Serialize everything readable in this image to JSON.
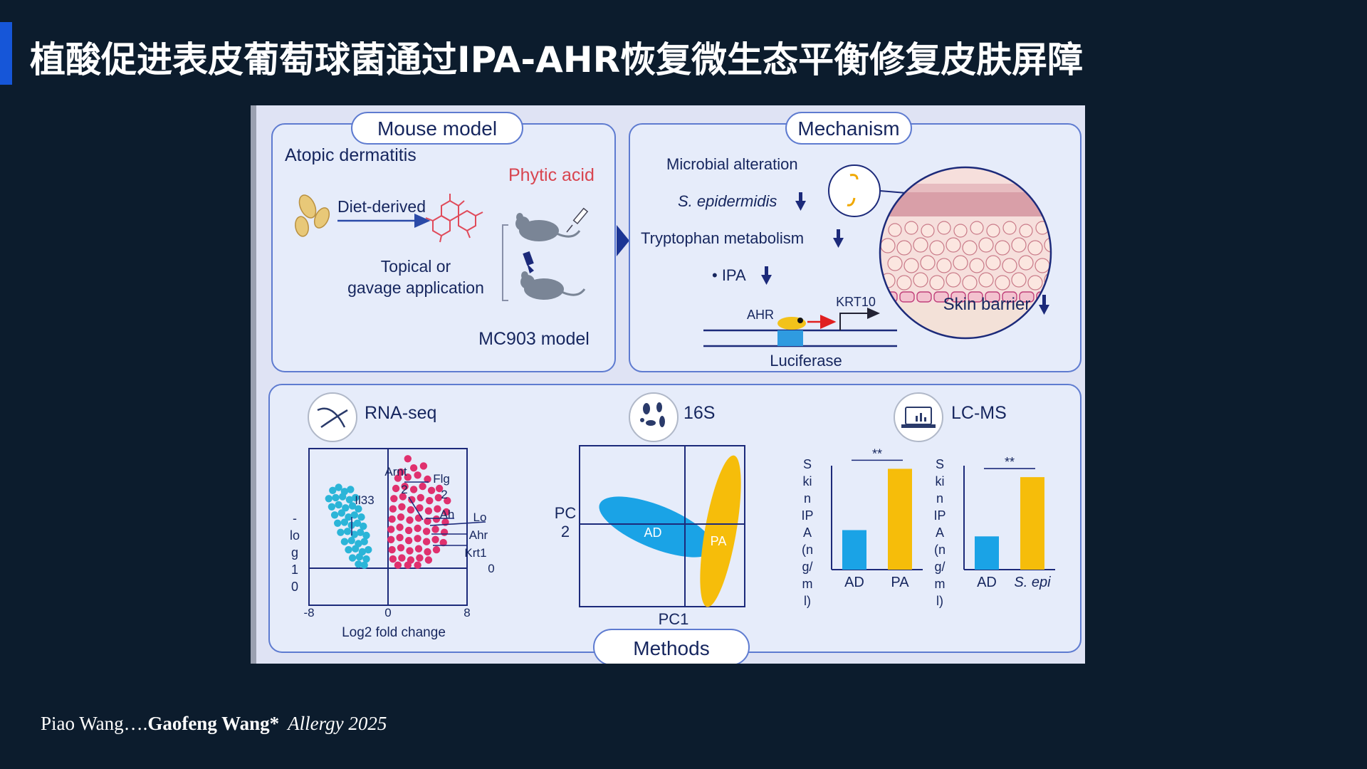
{
  "slide": {
    "title": "植酸促进表皮葡萄球菌通过IPA-AHR恢复微生态平衡修复皮肤屏障"
  },
  "citation": {
    "authors_lead": "Piao Wang….",
    "authors_corresponding": "Gaofeng Wang*",
    "journal": "Allergy 2025"
  },
  "figure": {
    "mouse_model": {
      "header": "Mouse model",
      "disease": "Atopic dermatitis",
      "compound": "Phytic acid",
      "diet_label": "Diet-derived",
      "application_line1": "Topical or",
      "application_line2": "gavage application",
      "model_label": "MC903 model"
    },
    "mechanism": {
      "header": "Mechanism",
      "microbial": "Microbial alteration",
      "species": "S. epidermidis",
      "tryptophan": "Tryptophan metabolism",
      "ipa": "• IPA",
      "ahr": "AHR",
      "krt10": "KRT10",
      "luciferase": "Luciferase",
      "skin_barrier": "Skin barrier"
    },
    "methods": {
      "header": "Methods",
      "rnaseq_label": "RNA-seq",
      "s16_label": "16S",
      "lcms_label": "LC-MS"
    }
  },
  "chart_data": [
    {
      "type": "scatter",
      "name": "volcano",
      "xlabel": "Log2 fold change",
      "ylabel_chars": [
        "-",
        "lo",
        "g",
        "1",
        "0"
      ],
      "x_ticks": [
        "-8",
        "0",
        "8"
      ],
      "gene_labels": [
        "Il33",
        "Arnt",
        "2",
        "Flg",
        "2",
        "Ah",
        "Lo",
        "Ahr",
        "Krt1",
        "0"
      ],
      "series": [
        {
          "color": "#2bb5d8",
          "points": [
            [
              -5.6,
              7.6
            ],
            [
              -5.0,
              7.9
            ],
            [
              -4.4,
              7.5
            ],
            [
              -3.8,
              7.7
            ],
            [
              -6.0,
              6.8
            ],
            [
              -5.3,
              6.9
            ],
            [
              -4.6,
              7.0
            ],
            [
              -3.9,
              6.7
            ],
            [
              -3.3,
              6.9
            ],
            [
              -5.7,
              6.0
            ],
            [
              -5.0,
              6.2
            ],
            [
              -4.3,
              5.9
            ],
            [
              -3.6,
              6.1
            ],
            [
              -3.0,
              5.8
            ],
            [
              -5.4,
              5.2
            ],
            [
              -4.7,
              5.4
            ],
            [
              -4.0,
              5.0
            ],
            [
              -3.4,
              5.2
            ],
            [
              -2.7,
              5.0
            ],
            [
              -5.1,
              4.4
            ],
            [
              -4.4,
              4.5
            ],
            [
              -3.7,
              4.2
            ],
            [
              -3.1,
              4.4
            ],
            [
              -2.5,
              4.1
            ],
            [
              -4.8,
              3.5
            ],
            [
              -4.1,
              3.6
            ],
            [
              -3.4,
              3.3
            ],
            [
              -2.8,
              3.5
            ],
            [
              -2.2,
              3.2
            ],
            [
              -4.4,
              2.6
            ],
            [
              -3.7,
              2.7
            ],
            [
              -3.0,
              2.4
            ],
            [
              -2.4,
              2.6
            ],
            [
              -4.0,
              1.8
            ],
            [
              -3.3,
              1.9
            ],
            [
              -2.6,
              1.6
            ],
            [
              -2.0,
              1.8
            ],
            [
              -3.6,
              1.0
            ],
            [
              -2.9,
              1.1
            ],
            [
              -2.2,
              0.9
            ],
            [
              -3.0,
              0.4
            ],
            [
              -2.4,
              0.3
            ]
          ]
        },
        {
          "color": "#e0306e",
          "points": [
            [
              2.0,
              10.7
            ],
            [
              1.3,
              9.4
            ],
            [
              2.6,
              9.8
            ],
            [
              3.6,
              10.0
            ],
            [
              1.0,
              8.8
            ],
            [
              2.0,
              8.9
            ],
            [
              3.0,
              9.1
            ],
            [
              4.0,
              8.7
            ],
            [
              0.8,
              7.8
            ],
            [
              1.7,
              8.0
            ],
            [
              2.6,
              7.7
            ],
            [
              3.5,
              8.0
            ],
            [
              4.4,
              7.6
            ],
            [
              5.2,
              7.8
            ],
            [
              0.6,
              6.8
            ],
            [
              1.5,
              7.0
            ],
            [
              2.4,
              6.7
            ],
            [
              3.3,
              6.9
            ],
            [
              4.2,
              6.6
            ],
            [
              5.1,
              6.9
            ],
            [
              6.0,
              6.6
            ],
            [
              0.5,
              5.8
            ],
            [
              1.4,
              6.0
            ],
            [
              2.3,
              5.7
            ],
            [
              3.2,
              5.9
            ],
            [
              4.1,
              5.6
            ],
            [
              5.0,
              5.8
            ],
            [
              5.9,
              5.5
            ],
            [
              0.4,
              4.8
            ],
            [
              1.3,
              5.0
            ],
            [
              2.2,
              4.7
            ],
            [
              3.1,
              4.9
            ],
            [
              4.0,
              4.6
            ],
            [
              4.9,
              4.8
            ],
            [
              5.8,
              4.5
            ],
            [
              0.3,
              3.8
            ],
            [
              1.2,
              4.0
            ],
            [
              2.1,
              3.7
            ],
            [
              3.0,
              3.9
            ],
            [
              3.9,
              3.6
            ],
            [
              4.8,
              3.8
            ],
            [
              5.7,
              3.5
            ],
            [
              0.3,
              2.8
            ],
            [
              1.2,
              3.0
            ],
            [
              2.1,
              2.7
            ],
            [
              3.0,
              2.9
            ],
            [
              3.9,
              2.6
            ],
            [
              4.8,
              2.8
            ],
            [
              5.6,
              2.5
            ],
            [
              0.4,
              1.8
            ],
            [
              1.3,
              2.0
            ],
            [
              2.2,
              1.7
            ],
            [
              3.1,
              1.9
            ],
            [
              4.0,
              1.6
            ],
            [
              4.9,
              1.8
            ],
            [
              0.5,
              0.9
            ],
            [
              1.4,
              1.0
            ],
            [
              2.3,
              0.8
            ],
            [
              3.2,
              1.0
            ],
            [
              4.1,
              0.8
            ],
            [
              1.0,
              0.3
            ],
            [
              2.0,
              0.3
            ],
            [
              3.0,
              0.3
            ]
          ]
        }
      ]
    },
    {
      "type": "scatter",
      "name": "pca",
      "xlabel": "PC1",
      "ylabel": [
        "PC",
        "2"
      ],
      "groups": [
        {
          "name": "AD",
          "color": "#1aa3e6"
        },
        {
          "name": "PA",
          "color": "#f6bd0a"
        }
      ]
    },
    {
      "type": "bar",
      "name": "skin-ipa-pa",
      "ylabel_chars": [
        "S",
        "ki",
        "n",
        "IP",
        "A",
        "(n",
        "g/",
        "m",
        "l)"
      ],
      "categories": [
        "AD",
        "PA"
      ],
      "values": [
        0.38,
        0.97
      ],
      "colors": [
        "#1aa3e6",
        "#f6bd0a"
      ],
      "significance": "**"
    },
    {
      "type": "bar",
      "name": "skin-ipa-sepi",
      "ylabel_chars": [
        "S",
        "ki",
        "n",
        "IP",
        "A",
        "(n",
        "g/",
        "m",
        "l)"
      ],
      "categories": [
        "AD",
        "S. epi"
      ],
      "values": [
        0.32,
        0.89
      ],
      "colors": [
        "#1aa3e6",
        "#f6bd0a"
      ],
      "significance": "**"
    }
  ]
}
